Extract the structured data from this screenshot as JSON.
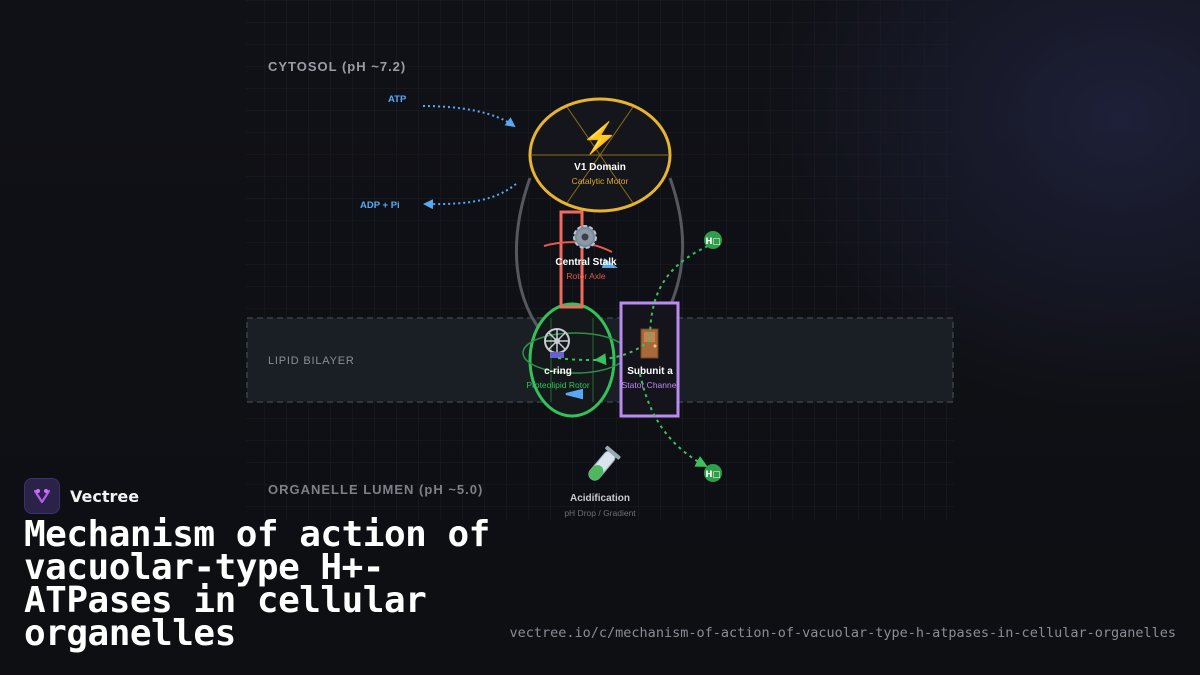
{
  "regions": {
    "cytosol": "CYTOSOL (pH ~7.2)",
    "lipid": "LIPID BILAYER",
    "lumen": "ORGANELLE LUMEN (pH ~5.0)"
  },
  "v1_domain": {
    "title": "V1 Domain",
    "subtitle": "Catalytic Motor",
    "icon": "lightning-icon"
  },
  "central_stalk": {
    "title": "Central Stalk",
    "subtitle": "Rotor Axle",
    "icon": "gear-icon"
  },
  "c_ring": {
    "title": "c-ring",
    "subtitle": "Proteolipid Rotor",
    "icon": "wheel-icon"
  },
  "subunit_a": {
    "title": "Subunit a",
    "subtitle": "Stator Channel",
    "icon": "door-icon"
  },
  "acidification": {
    "title": "Acidification",
    "subtitle": "pH Drop / Gradient",
    "icon": "test-tube-icon"
  },
  "labels": {
    "atp": "ATP",
    "adp": "ADP + Pi",
    "proton": "H□"
  },
  "colors": {
    "v1": "#e6b432",
    "stalk": "#f06a5e",
    "cring": "#34c15a",
    "subunit_a": "#b98cf0",
    "atp_flow": "#5aa8f5",
    "proton": "#3cc05e"
  },
  "brand": {
    "name": "Vectree"
  },
  "title": "Mechanism of action of vacuolar-type H+-ATPases in cellular organelles",
  "url": "vectree.io/c/mechanism-of-action-of-vacuolar-type-h-atpases-in-cellular-organelles"
}
